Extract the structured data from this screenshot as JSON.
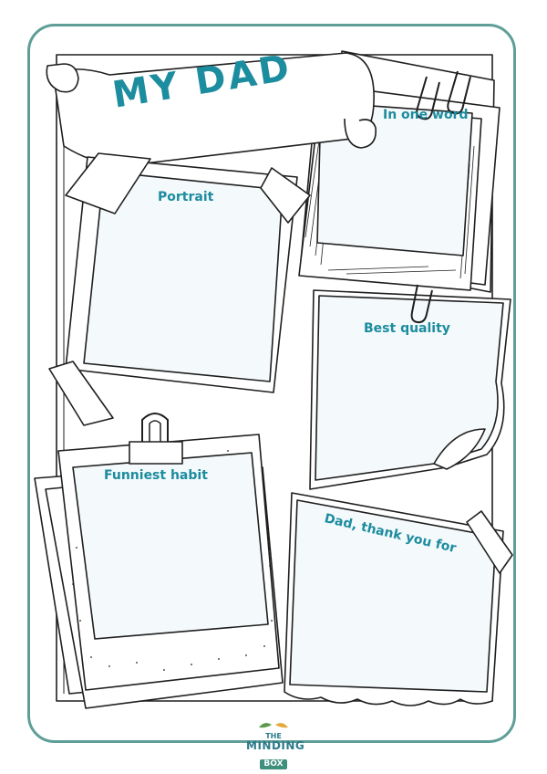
{
  "worksheet": {
    "title": "MY DAD",
    "prompts": {
      "one_word": "In one word",
      "portrait": "Portrait",
      "best_quality": "Best quality",
      "funniest_habit": "Funniest habit",
      "thank_you": "Dad, thank you for"
    }
  },
  "branding": {
    "logo_line1": "THE",
    "logo_line2": "MINDING",
    "logo_line3": "BOX"
  },
  "colors": {
    "accent_text": "#1c8c9f",
    "frame_border": "#5e9e97",
    "paper_fill": "#f4f9fb",
    "ink": "#1f1f1f"
  },
  "icons": [
    "paperclip-icon",
    "binder-clip-icon",
    "tape-strip-icon",
    "leaf-icon"
  ]
}
